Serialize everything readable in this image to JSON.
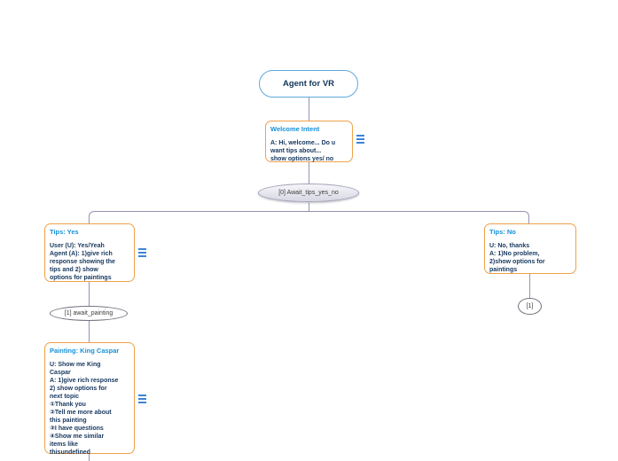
{
  "diagram": {
    "root": {
      "label": "Agent for VR"
    },
    "nodes": {
      "welcome": {
        "title": "Welcome Intent",
        "body": "A: Hi, welcome... Do u\nwant tips about...\nshow options yes/ no"
      },
      "tips_yes": {
        "title": "Tips: Yes",
        "body": "User (U): Yes/Yeah\nAgent (A): 1)give rich\nresponse showing the\ntips and 2) show\noptions for paintings"
      },
      "tips_no": {
        "title": "Tips: No",
        "body": "U: No, thanks\nA: 1)No problem,\n2)show options for\npaintings"
      },
      "painting": {
        "title": "Painting: King Caspar",
        "body": "U: Show me King\nCaspar\nA: 1)give rich response\n2) show options for\nnext topic\n①Thank you\n②Tell me more about\nthis painting\n③I have questions\n④Show me similar\nitems like\nthisundefined"
      }
    },
    "states": {
      "await_tips": "[0] Await_tips_yes_no",
      "await_painting": "[1] await_painting",
      "state_one": "[1]"
    },
    "colors": {
      "intent_border": "#f0a149",
      "intent_title": "#1790d8",
      "intent_text": "#17375e",
      "root_border": "#5fa9dc",
      "connector": "#9494b2",
      "menu_icon": "#3c85d6"
    }
  }
}
